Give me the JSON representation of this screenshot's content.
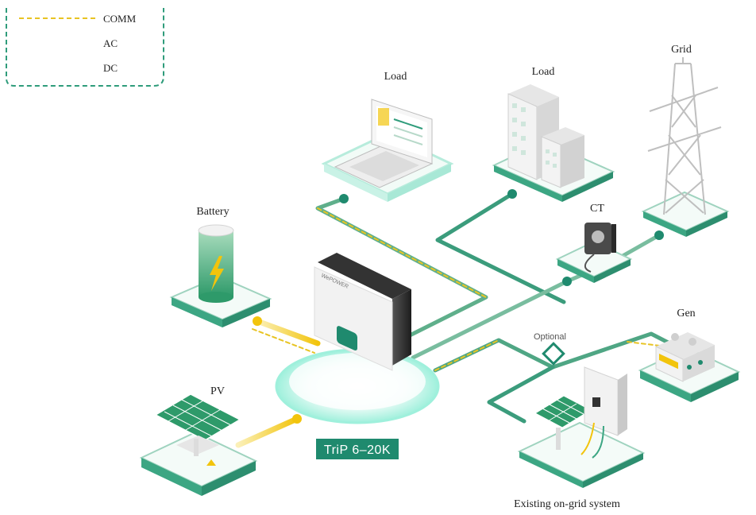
{
  "legend": {
    "comm": "COMM",
    "ac": "AC",
    "dc": "DC"
  },
  "labels": {
    "load_laptop": "Load",
    "load_building": "Load",
    "grid": "Grid",
    "battery": "Battery",
    "ct": "CT",
    "gen": "Gen",
    "optional": "Optional",
    "pv": "PV",
    "existing": "Existing on-grid system"
  },
  "inverter": {
    "model": "TriP 6–20K",
    "brand": "WePOWER"
  },
  "colors": {
    "ac_dark": "#1f8a6e",
    "ac_light": "#a8d8c4",
    "dc": "#f2c40c",
    "comm": "#e8c423",
    "platform_top": "#f7fbf9",
    "platform_side": "#2f9c7b",
    "model_badge": "#1f8a6e"
  }
}
